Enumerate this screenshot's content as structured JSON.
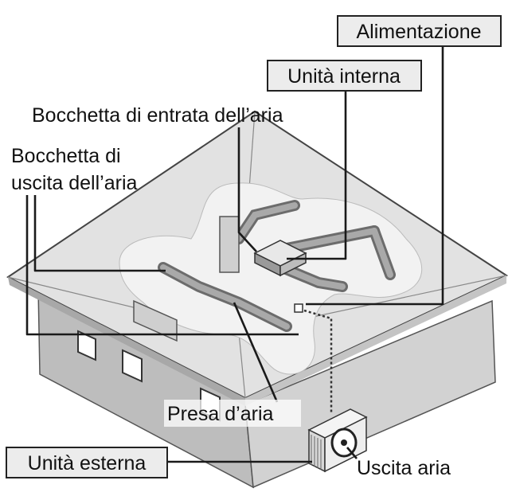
{
  "labels": {
    "alimentazione": "Alimentazione",
    "unita_interna": "Unità interna",
    "bocchetta_entrata": "Bocchetta di entrata dell’aria",
    "bocchetta_uscita_line1": "Bocchetta di",
    "bocchetta_uscita_line2": "uscita dell’aria",
    "presa_aria": "Presa d’aria",
    "unita_esterna": "Unità esterna",
    "uscita_aria": "Uscita aria"
  }
}
